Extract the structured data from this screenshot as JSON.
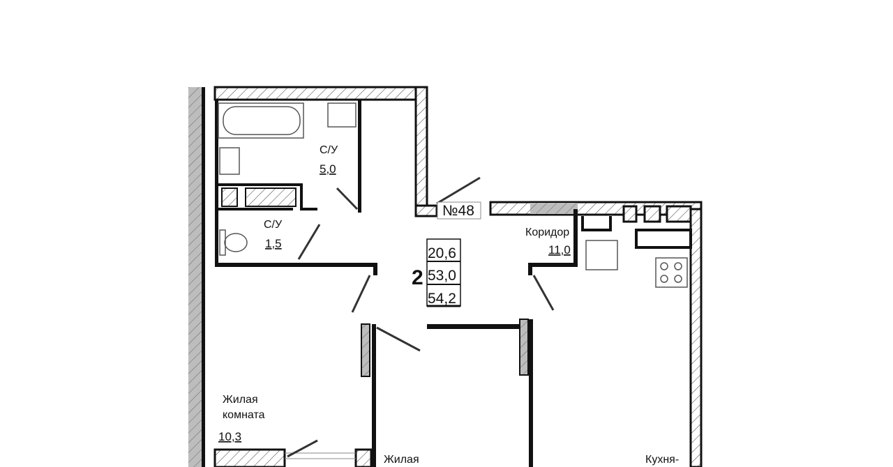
{
  "apartment": {
    "number_label": "№48",
    "rooms_count": "2",
    "living_area": "20,6",
    "total_area": "53,0",
    "total_area_with_balcony": "54,2"
  },
  "rooms": [
    {
      "name": "С/У",
      "area": "5,0"
    },
    {
      "name": "С/У",
      "area": "1,5"
    },
    {
      "name": "Коридор",
      "area": "11,0"
    },
    {
      "name_line1": "Жилая",
      "name_line2": "комната",
      "area": "10,3"
    },
    {
      "name": "Жилая"
    },
    {
      "name": "Кухня-"
    }
  ]
}
